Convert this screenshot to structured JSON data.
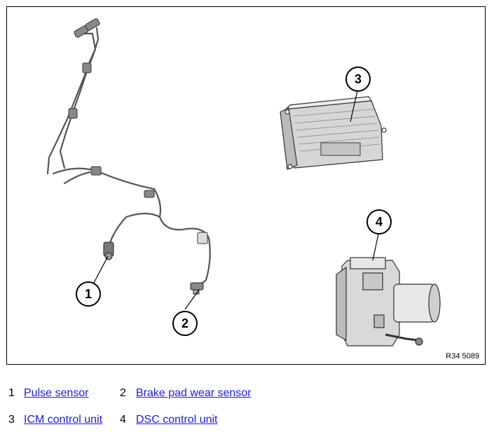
{
  "figure": {
    "code": "R34 5089",
    "callouts": [
      "1",
      "2",
      "3",
      "4"
    ]
  },
  "legend": [
    {
      "number": "1",
      "label": "Pulse sensor"
    },
    {
      "number": "2",
      "label": "Brake pad wear sensor"
    },
    {
      "number": "3",
      "label": "ICM control unit"
    },
    {
      "number": "4",
      "label": "DSC control unit"
    }
  ],
  "colors": {
    "link": "#1a1aee",
    "line": "#000000"
  }
}
